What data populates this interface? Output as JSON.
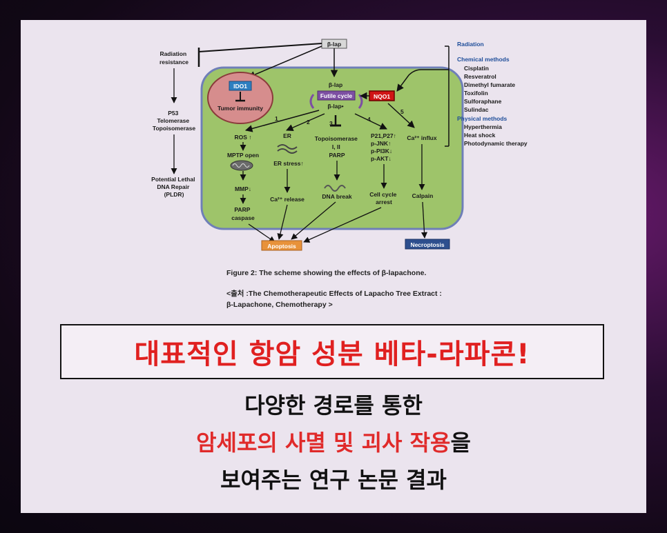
{
  "diagram": {
    "top_drug": "β-lap",
    "left_column": {
      "radiation_resistance": [
        "Radiation",
        "resistance"
      ],
      "p53_block": [
        "P53",
        "Telomerase",
        "Topoisomerase"
      ],
      "pldr": [
        "Potential Lethal",
        "DNA Repair",
        "(PLDR)"
      ]
    },
    "cell": {
      "ido1": "IDO1",
      "tumor_immunity": "Tumor immunity",
      "futile_top": "β-lap",
      "futile_cycle": "Futile cycle",
      "futile_bottom": "β-lap•",
      "nqo1": "NQO1",
      "path_numbers": [
        "1",
        "2",
        "3",
        "4",
        "5"
      ],
      "ros": "ROS ↑",
      "mptp": "MPTP open",
      "mmp": "MMP↓",
      "parp_caspase": [
        "PARP",
        "caspase"
      ],
      "er": "ER",
      "er_stress": "ER stress↑",
      "ca_release": "Ca²⁺ release",
      "topo": [
        "Topoisomerase",
        "I, II",
        "PARP"
      ],
      "dna_break": "DNA break",
      "p21": [
        "P21,P27↑",
        "p-JNK↑",
        "p-PI3K↓",
        "p-AKT↓"
      ],
      "cell_cycle": [
        "Cell cycle",
        "arrest"
      ],
      "ca_influx": "Ca²⁺ influx",
      "calpain": "Calpain"
    },
    "outcomes": {
      "apoptosis": "Apoptosis",
      "necroptosis": "Necroptosis"
    },
    "right_list": {
      "radiation": "Radiation",
      "chemical_heading": "Chemical methods",
      "chemical_items": [
        "Cisplatin",
        "Resveratrol",
        "Dimethyl fumarate",
        "Toxifolin",
        "Sulforaphane",
        "Sulindac"
      ],
      "physical_heading": "Physical methods",
      "physical_items": [
        "Hyperthermia",
        "Heat shock",
        "Photodynamic therapy"
      ]
    },
    "colors": {
      "cell_fill": "#9ec46a",
      "cell_border": "#6f7fb8",
      "ido1_fill": "#d68d8d",
      "ido1_label": "#2e7fc0",
      "futile_label": "#7d4fa3",
      "nqo1_fill": "#d01515",
      "apoptosis_fill": "#e8923a",
      "necroptosis_fill": "#2d4f8e"
    }
  },
  "caption": {
    "figure": "Figure 2: The scheme showing the effects of β-lapachone.",
    "source_line1": "<출처 :The Chemotherapeutic Effects of Lapacho Tree Extract   :",
    "source_line2": "β-Lapachone, Chemotherapy >"
  },
  "headline": "대표적인 항암 성분 베타-라파콘!",
  "subtitle": {
    "line1": "다양한 경로를 통한",
    "line2_red": "암세포의 사멸 및 괴사 작용",
    "line2_black": "을",
    "line3": "보여주는 연구 논문 결과"
  }
}
